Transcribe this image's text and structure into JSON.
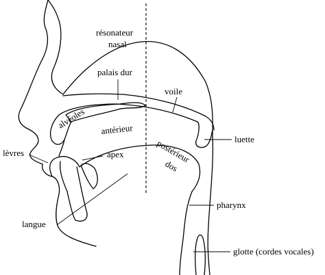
{
  "labels": {
    "resonateur_line1": "résonateur",
    "resonateur_line2": "nasal",
    "palais_dur": "palais dur",
    "voile": "voile",
    "alveoles": "alvéoles",
    "anterieur": "antérieur",
    "posterieur": "postérieur",
    "dos": "dos",
    "luette": "luette",
    "levres": "lèvres",
    "apex": "apex",
    "pharynx": "pharynx",
    "langue": "langue",
    "glotte": "glotte (cordes vocales)"
  }
}
